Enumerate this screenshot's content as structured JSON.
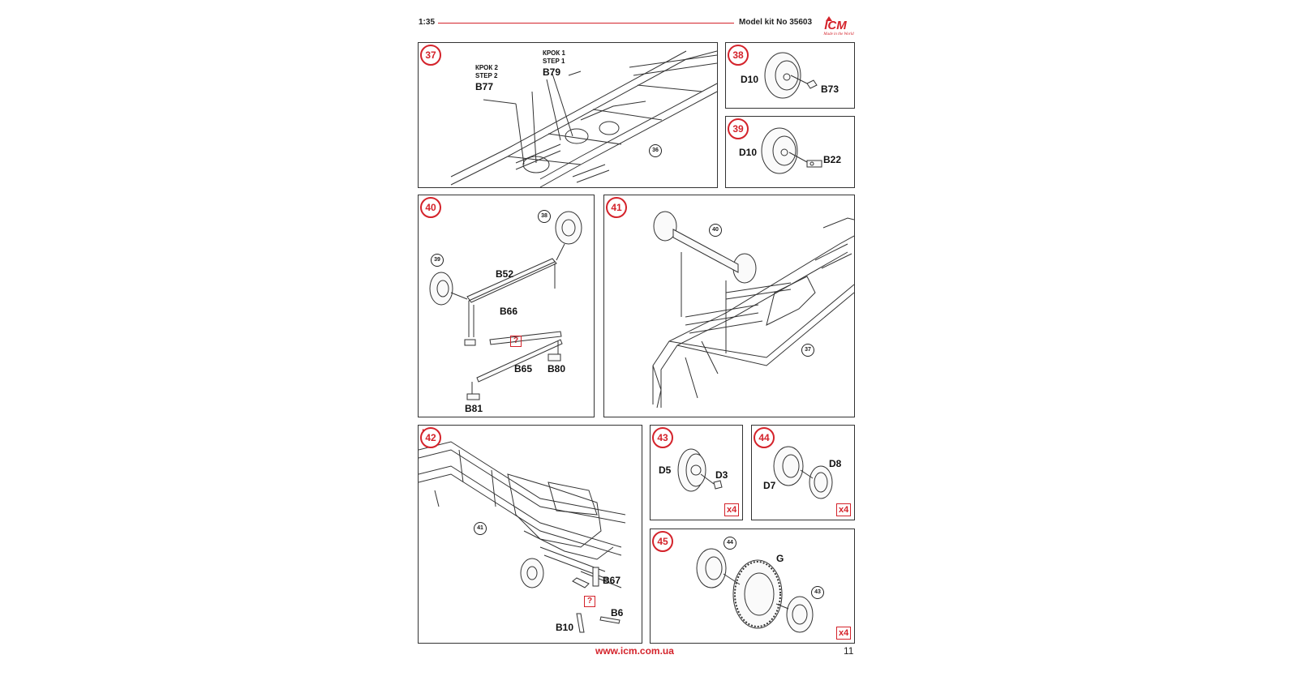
{
  "header": {
    "scale": "1:35",
    "model_kit": "Model kit No 35603",
    "brand": "ICM"
  },
  "footer": {
    "website": "www.icm.com.ua",
    "page_number": "11"
  },
  "steps": {
    "s37": {
      "number": "37",
      "step2_ua": "КРОК 2",
      "step2_en": "STEP 2",
      "part_a": "B77",
      "step1_ua": "КРОК 1",
      "step1_en": "STEP 1",
      "part_b": "B79",
      "ref": "36"
    },
    "s38": {
      "number": "38",
      "part_a": "D10",
      "part_b": "B73"
    },
    "s39": {
      "number": "39",
      "part_a": "D10",
      "part_b": "B22"
    },
    "s40": {
      "number": "40",
      "ref_a": "38",
      "ref_b": "39",
      "part_a": "B52",
      "part_b": "B66",
      "part_c": "B65",
      "part_d": "B80",
      "part_e": "B81",
      "question": "?"
    },
    "s41": {
      "number": "41",
      "ref_a": "40",
      "ref_b": "37"
    },
    "s42": {
      "number": "42",
      "ref_a": "41",
      "part_a": "B67",
      "part_b": "B6",
      "part_c": "B10",
      "question": "?"
    },
    "s43": {
      "number": "43",
      "part_a": "D5",
      "part_b": "D3",
      "qty": "x4"
    },
    "s44": {
      "number": "44",
      "part_a": "D8",
      "part_b": "D7",
      "qty": "x4"
    },
    "s45": {
      "number": "45",
      "ref_a": "44",
      "part_a": "G",
      "ref_b": "43",
      "qty": "x4"
    }
  },
  "colors": {
    "accent": "#d4232b"
  }
}
